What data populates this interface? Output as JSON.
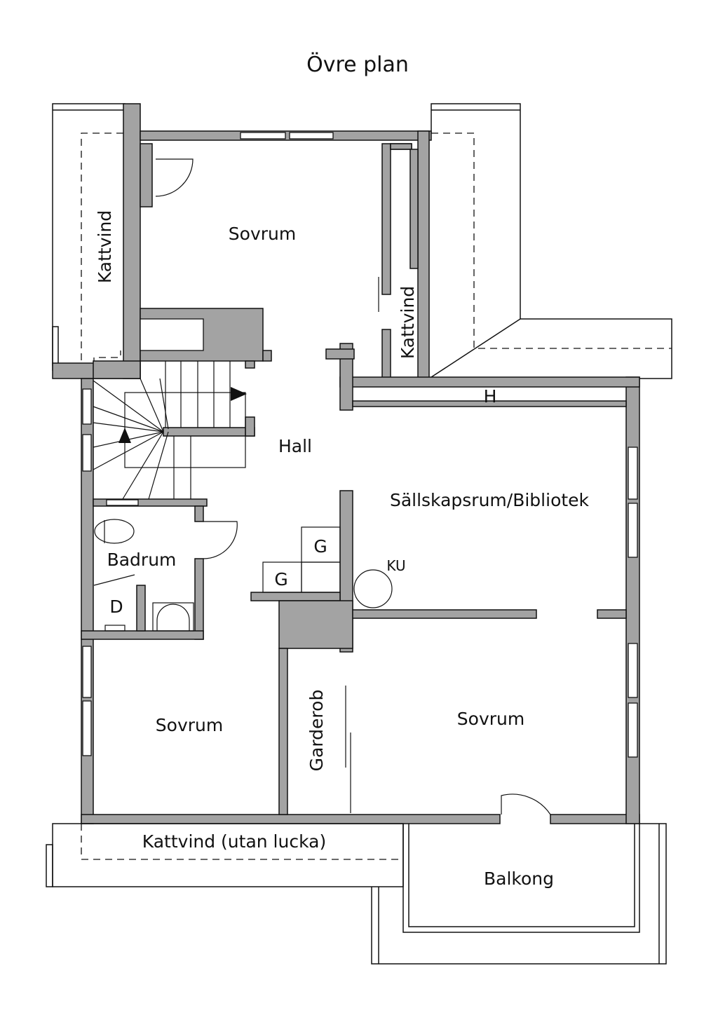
{
  "title": "Övre plan",
  "rooms": {
    "kattvind_left": "Kattvind",
    "sovrum_top": "Sovrum",
    "kattvind_right": "Kattvind",
    "hall": "Hall",
    "h_mark": "H",
    "sallskapsrum": "Sällskapsrum/Bibliotek",
    "ku": "KU",
    "g1": "G",
    "g2": "G",
    "badrum": "Badrum",
    "d": "D",
    "sovrum_left": "Sovrum",
    "garderob": "Garderob",
    "sovrum_right": "Sovrum",
    "kattvind_bottom": "Kattvind (utan lucka)",
    "balkong": "Balkong"
  }
}
